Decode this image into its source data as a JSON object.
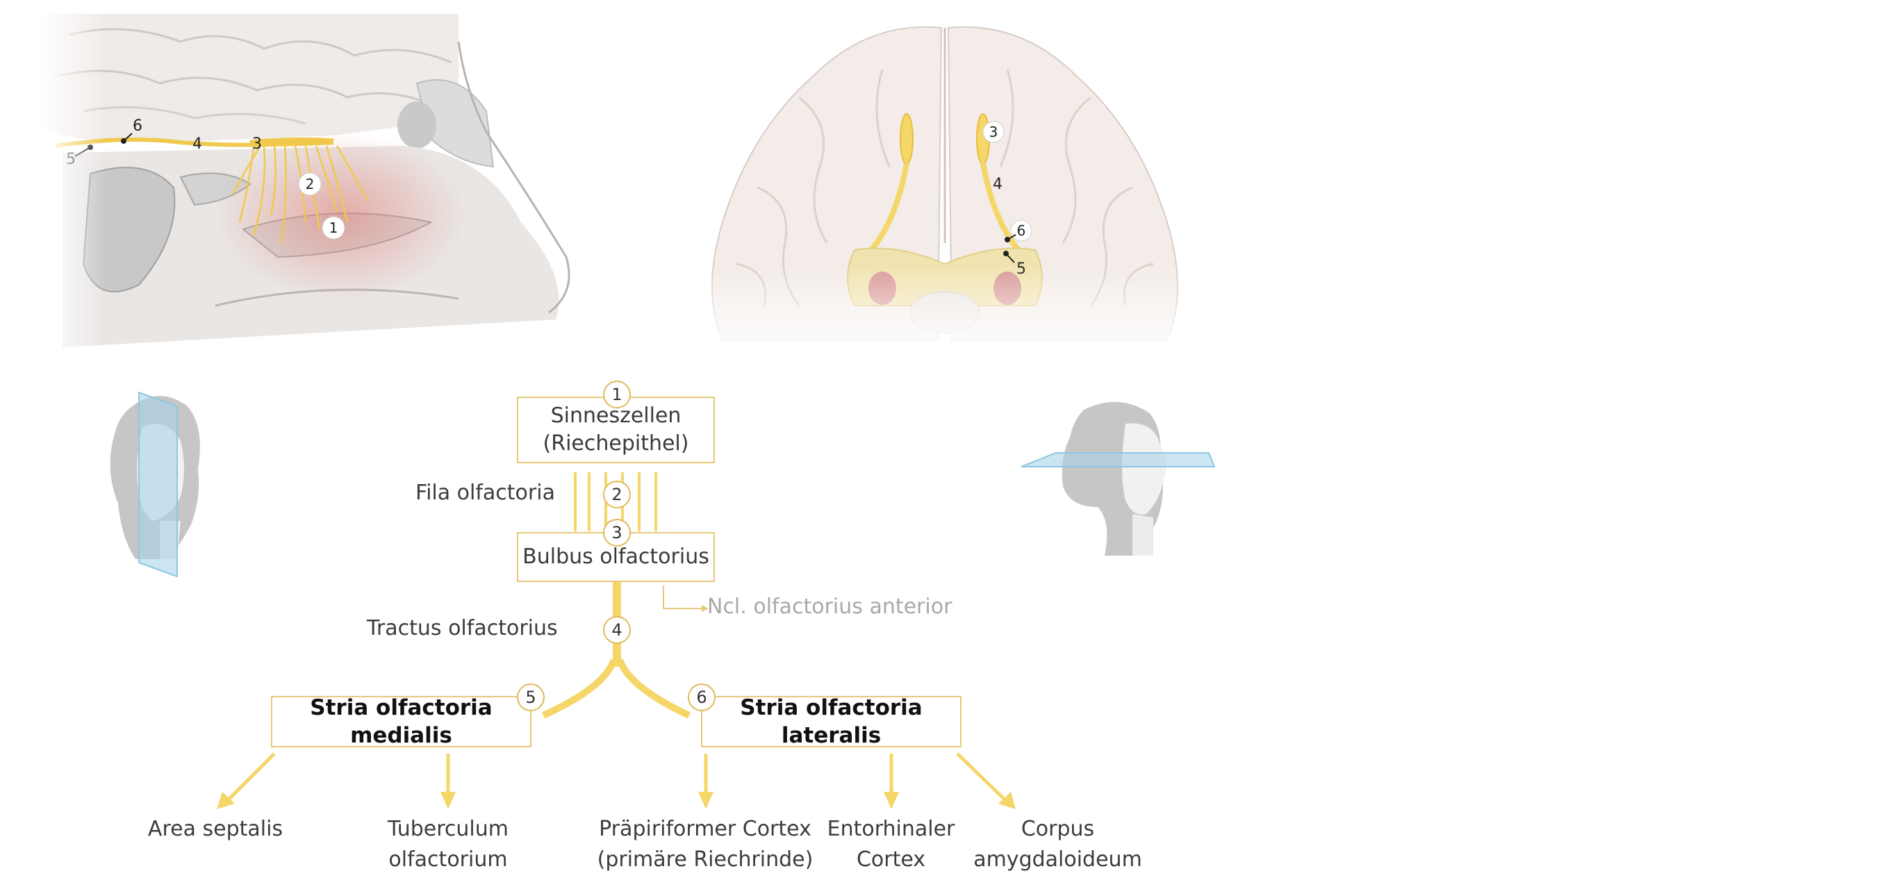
{
  "nodes": {
    "n1": {
      "num": "1",
      "line1": "Sinneszellen",
      "line2": "(Riechepithel)"
    },
    "n2": {
      "num": "2",
      "label": "Fila olfactoria"
    },
    "n3": {
      "num": "3",
      "label": "Bulbus olfactorius"
    },
    "n4": {
      "num": "4",
      "label": "Tractus olfactorius"
    },
    "n5": {
      "num": "5",
      "label": "Stria olfactoria medialis"
    },
    "n6": {
      "num": "6",
      "label": "Stria olfactoria lateralis"
    }
  },
  "branch_label": "Ncl. olfactorius anterior",
  "outputs": {
    "area": {
      "line1": "Area septalis"
    },
    "tuberculum": {
      "line1": "Tuberculum olfactorium"
    },
    "praepiriform": {
      "line1": "Präpiriformer Cortex",
      "line2": "(primäre Riechrinde)"
    },
    "entorhinal": {
      "line1": "Entorhinaler",
      "line2": "Cortex"
    },
    "amygdala": {
      "line1": "Corpus",
      "line2": "amygdaloideum"
    }
  },
  "sagittal_markers": [
    "1",
    "2",
    "3",
    "4",
    "5",
    "6"
  ],
  "basal_markers": [
    "3",
    "4",
    "6",
    "5"
  ],
  "colors": {
    "nerve": "#f5d668",
    "nerve_dark": "#e8be3c",
    "box_border": "#e8c97a",
    "plane": "#a8d4ea",
    "brain": "#f3ece8",
    "mucosa": "#e89a95"
  }
}
